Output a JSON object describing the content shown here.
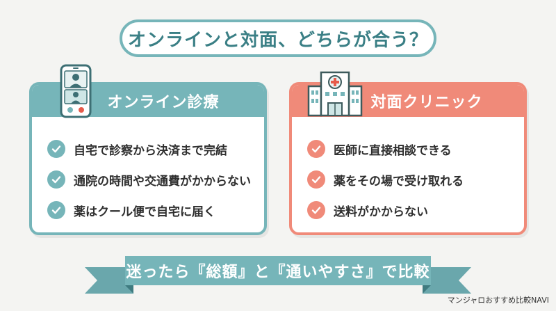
{
  "title": "オンラインと対面、どちらが合う？",
  "online": {
    "heading": "オンライン診療",
    "items": [
      "自宅で診察から決済まで完結",
      "通院の時間や交通費がかからない",
      "薬はクール便で自宅に届く"
    ]
  },
  "clinic": {
    "heading": "対面クリニック",
    "items": [
      "医師に直接相談できる",
      "薬をその場で受け取れる",
      "送料がかからない"
    ]
  },
  "banner": "迷ったら『総額』と『通いやすさ』で比較",
  "credit": "マンジャロおすすめ比較NAVI",
  "colors": {
    "teal": "#76b5b9",
    "teal_dark": "#3a7f85",
    "coral": "#f08a79",
    "background": "#f4f4f2"
  },
  "icons": {
    "online": "smartphone-video-call-icon",
    "clinic": "hospital-building-icon",
    "check": "check-circle-icon"
  }
}
